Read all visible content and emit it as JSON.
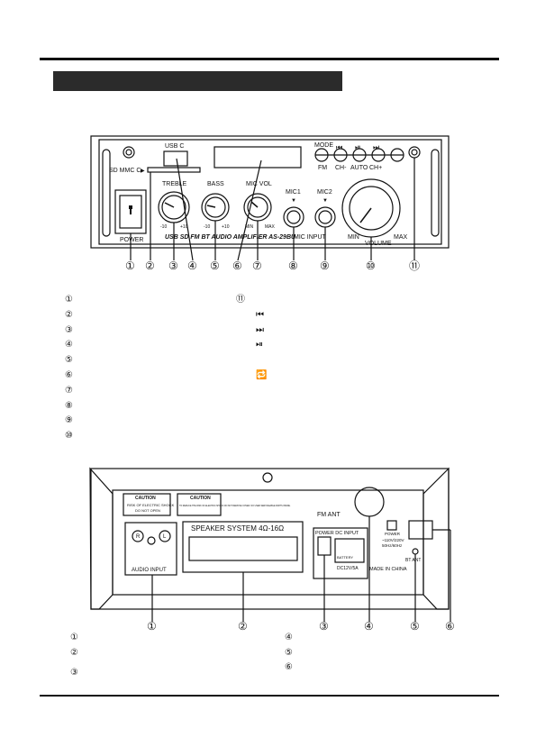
{
  "section_title": "",
  "front_panel": {
    "usb_label": "USB C",
    "sd_label": "SD MMC C",
    "treble_label": "TREBLE",
    "bass_label": "BASS",
    "micvol_label": "MIC VOL",
    "mic1_label": "MIC1",
    "mic2_label": "MIC2",
    "mode_label": "MODE",
    "fm_label": "FM",
    "ch_minus_label": "CH-",
    "auto_label": "AUTO",
    "ch_plus_label": "CH+",
    "power_label": "POWER",
    "model_label": "USB SD FM BT AUDIO AMPLIFIER AS-29BU",
    "micinput_label": "MIC INPUT",
    "volume_label": "VOLUME",
    "min_label": "MIN",
    "max_label": "MAX",
    "tone_min": "-10",
    "tone_max": "+10",
    "micvol_min": "MIN",
    "micvol_max": "MAX",
    "prev_icon": "previous-track-icon",
    "playpause_icon": "play-pause-icon",
    "next_icon": "next-track-icon"
  },
  "front_callouts": [
    "①",
    "②",
    "③",
    "④",
    "⑤",
    "⑥",
    "⑦",
    "⑧",
    "⑨",
    "⑩",
    "⑪"
  ],
  "front_legend": {
    "items": [
      "①",
      "②",
      "③",
      "④",
      "⑤",
      "⑥",
      "⑦",
      "⑧",
      "⑨",
      "⑩"
    ],
    "second_column": [
      "⑪",
      "⏮",
      "⏭",
      "⏯",
      "🔁"
    ]
  },
  "rear_panel": {
    "caution1_title": "CAUTION",
    "caution1_line1": "RISK OF ELECTRIC SHOCK",
    "caution1_line2": "DO NOT OPEN",
    "caution2_title": "CAUTION",
    "caution2_text": "TO REDUCE THE RISK OF ELECTRIC SHOCK DO NOT REMOVE COVER. NO USER SERVICEABLE PARTS INSIDE.",
    "speaker_label": "SPEAKER SYSTEM 4Ω-16Ω",
    "audio_input_label": "AUDIO INPUT",
    "r_label": "R",
    "l_label": "L",
    "fm_ant_label": "FM ANT",
    "power_dc_label": "POWER DC INPUT",
    "battery_label": "BATTERY",
    "dc_label": "DC12V/5A",
    "made_in_label": "MADE IN CHINA",
    "power_spec_title": "POWER",
    "power_spec_1": "~110V/220V",
    "power_spec_2": "50Hz/60Hz",
    "bt_ant_label": "BT ANT"
  },
  "rear_callouts": [
    "①",
    "②",
    "③",
    "④",
    "⑤",
    "⑥"
  ],
  "rear_legend": {
    "left": [
      "①",
      "②",
      "③"
    ],
    "right": [
      "④",
      "⑤",
      "⑥"
    ]
  }
}
